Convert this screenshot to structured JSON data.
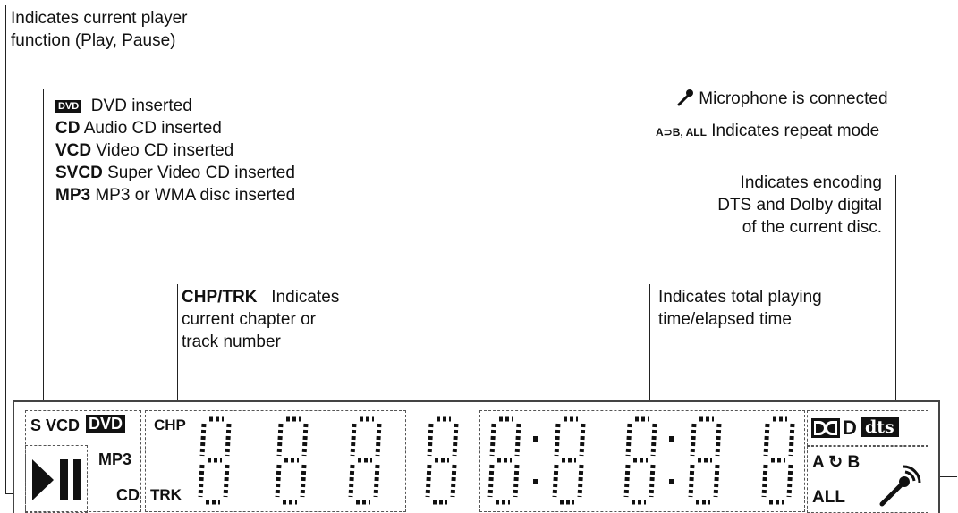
{
  "annotations": {
    "player_function": [
      "Indicates current player",
      "function (Play, Pause)"
    ],
    "disc_types": [
      {
        "code": "DVD",
        "text": "DVD inserted"
      },
      {
        "code": "CD",
        "text": "Audio CD inserted"
      },
      {
        "code": "VCD",
        "text": "Video CD inserted"
      },
      {
        "code": "SVCD",
        "text": "Super Video CD inserted"
      },
      {
        "code": "MP3",
        "text": "MP3 or WMA disc inserted"
      }
    ],
    "microphone": "Microphone is connected",
    "repeat_code": "A⊃B, ALL",
    "repeat": "Indicates repeat mode",
    "encoding": [
      "Indicates encoding",
      "DTS and Dolby digital",
      "of the current disc."
    ],
    "chapter_code": "CHP/TRK",
    "chapter": [
      "Indicates",
      "current chapter or",
      "track number"
    ],
    "time": [
      "Indicates total playing",
      "time/elapsed time"
    ]
  },
  "display": {
    "svcd": "S VCD",
    "dvd": "DVD",
    "mp3": "MP3",
    "cd": "CD",
    "chp": "CHP",
    "trk": "TRK",
    "dolby": "D",
    "dts": "dts",
    "repeat_ab": "A ↻ B",
    "repeat_all": "ALL"
  }
}
